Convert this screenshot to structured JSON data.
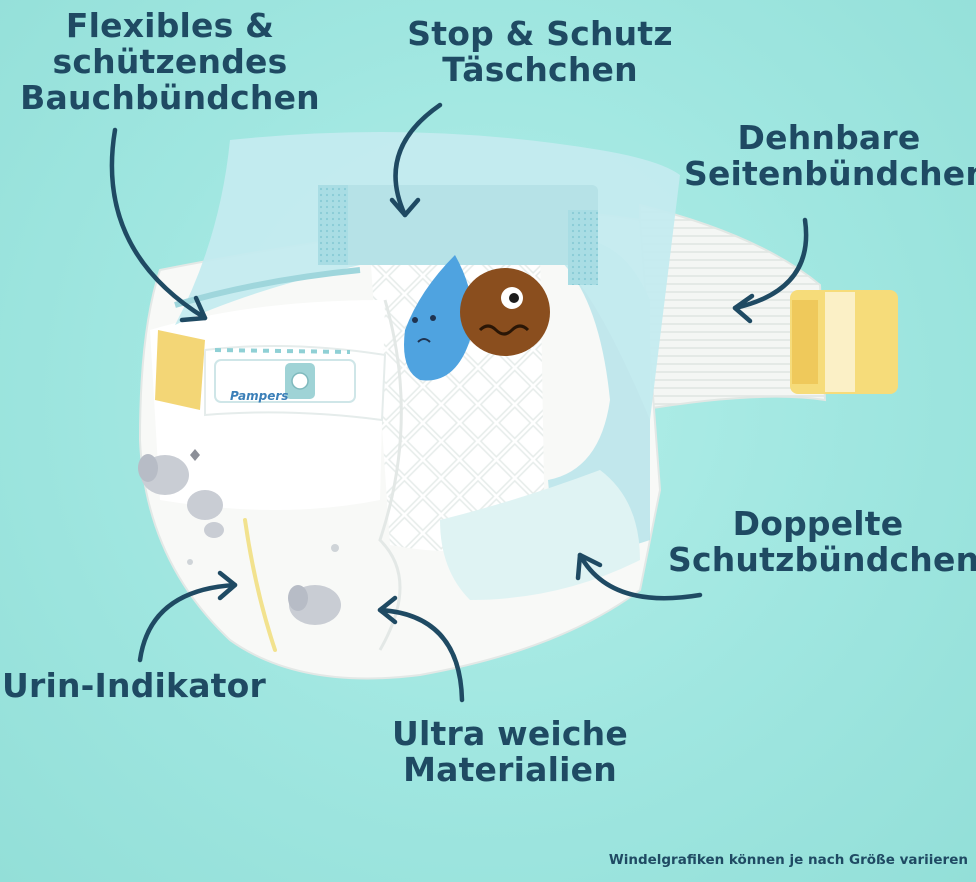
{
  "labels": {
    "bauch": [
      "Flexibles &",
      "schützendes",
      "Bauchbündchen"
    ],
    "stop": [
      "Stop & Schutz",
      "Täschchen"
    ],
    "seiten": [
      "Dehnbare",
      "Seitenbündchen"
    ],
    "doppelt": [
      "Doppelte",
      "Schutzbündchen"
    ],
    "urin": [
      "Urin-Indikator"
    ],
    "ultra": [
      "Ultra weiche",
      "Materialien"
    ]
  },
  "brand_logo": "Pampers",
  "footnote": "Windelgrafiken können je nach Größe variieren",
  "colors": {
    "background": "#9fe6e0",
    "text": "#1f4a63",
    "arrow": "#1f4a63",
    "diaper": "#f7f8f6",
    "waistband": "#b7e4ea",
    "tab_yellow": "#f6dc7a",
    "drop_blue": "#4fa3e0",
    "poop_brown": "#8a4e1e"
  },
  "icons": {
    "arrows": "curved-arrow-icon",
    "elephants": "elephant-print-icon",
    "drop": "water-drop-character-icon",
    "poop": "poop-character-icon"
  }
}
